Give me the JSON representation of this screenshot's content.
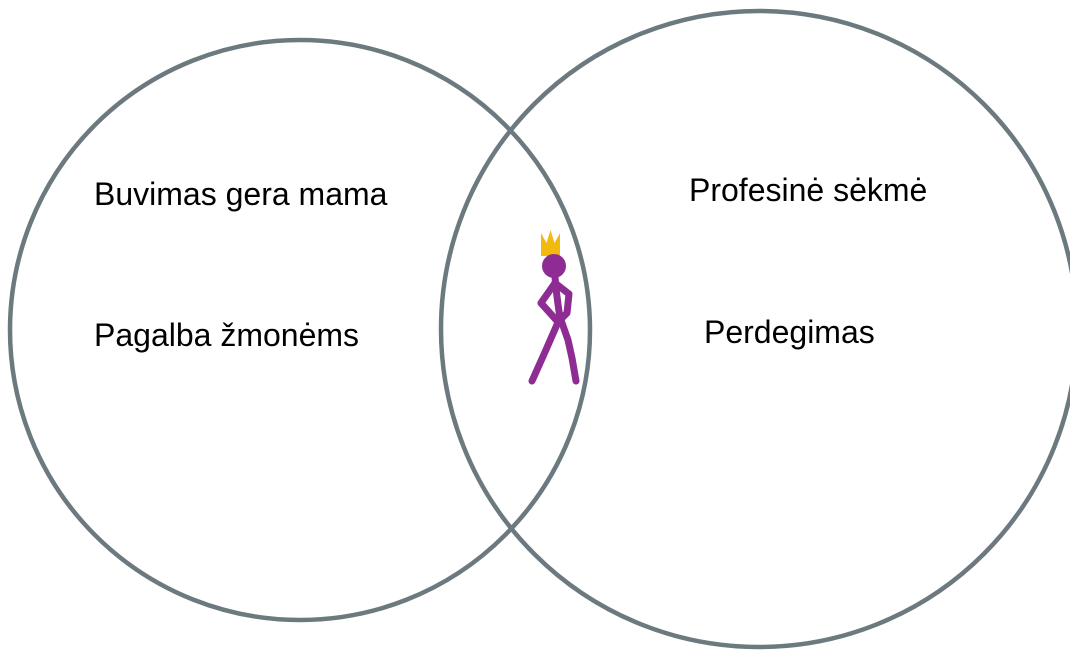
{
  "diagram": {
    "type": "venn",
    "colors": {
      "circle_stroke": "#6c7a80",
      "figure": "#8e2c93",
      "crown": "#f2b90f",
      "text": "#000000"
    },
    "left_set": {
      "items": [
        "Buvimas gera mama",
        "Pagalba žmonėms"
      ]
    },
    "right_set": {
      "items": [
        "Profesinė sėkmė",
        "Perdegimas"
      ]
    },
    "intersection": {
      "icon": "crowned-stick-figure-icon"
    }
  }
}
